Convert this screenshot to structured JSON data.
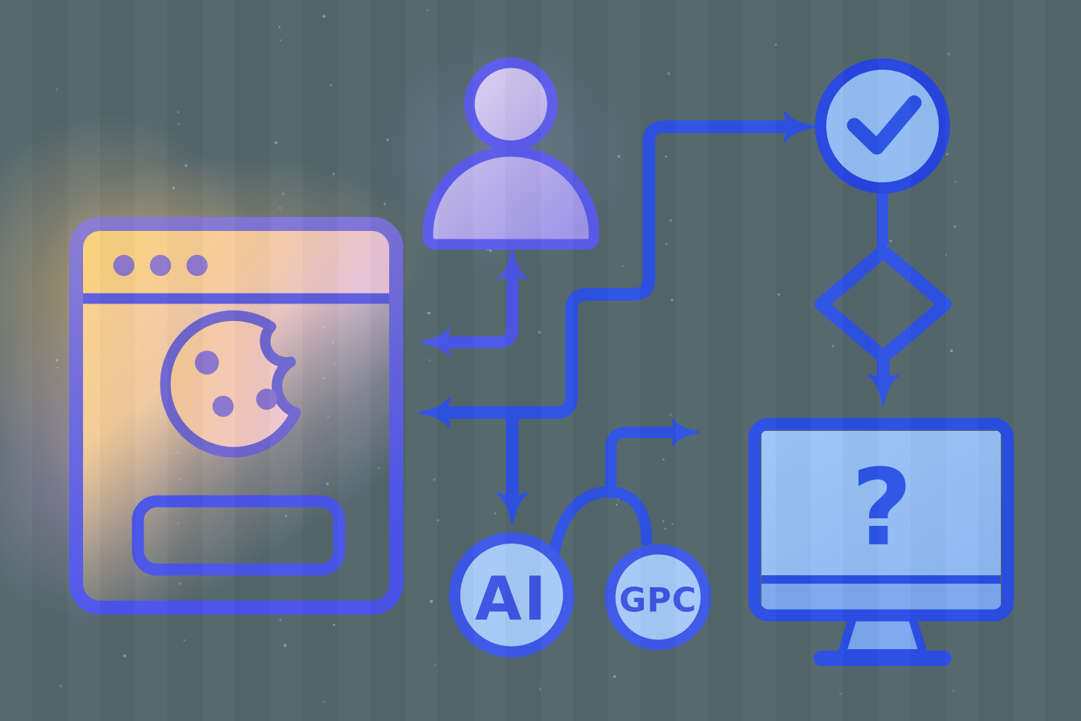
{
  "title": "Browser cookies, AI and GPC consent decision flow illustration",
  "background": "#53666c",
  "labels": {
    "ai": "AI",
    "gpc": "GPC",
    "question": "?"
  },
  "palette": {
    "bg": "#53666c",
    "flow-blue": "#2f52e4",
    "violet-blue": "#4c57e8",
    "ring-blue": "#3b58e8",
    "deep-blue": "#2746e0",
    "check-mark-blue": "#2c53e3",
    "node-fill": "#a6c9f6",
    "check-fill": "#92bcf3",
    "screen-fill-1": "#9dc6f6",
    "screen-fill-2": "#8db7f2",
    "chin-fill": "#7da8f0",
    "monitor-stroke": "#2b4ee4",
    "label-blue": "#3c55e2",
    "qmark-blue": "#2c55e6",
    "frame-purple": "#8a7bd0",
    "frame-blue": "#4a54ec",
    "divider-purple": "#5f5ddd",
    "header-yellow": "#fbd176",
    "header-pink": "#e7c2d6",
    "warm-yellow": "#fad389",
    "warm-peach": "#f2c8bb",
    "warm-lavender": "#dfc4e2",
    "cookie-stroke": "#6f66cf",
    "cookie-fill-1": "#f7cb8d",
    "cookie-fill-2": "#efc6cd",
    "chip-purple": "#8a75cc",
    "dot-purple": "#8d7aca",
    "consent-bar-stroke": "#4b55e8",
    "person-stroke": "#5a5ceb",
    "head-fill-1": "#dcd1f0",
    "head-fill-2": "#b7abe9",
    "body-fill-1": "#cbc1ee",
    "body-fill-2": "#a096e8",
    "glow-orange": "#f6c57d",
    "glow-lavender": "#d0acd6",
    "speckle": "#cbb9e6"
  },
  "diagram": {
    "nodes": [
      {
        "id": "browser-window",
        "icon": "browser-cookie-icon",
        "label": ""
      },
      {
        "id": "user",
        "icon": "person-icon",
        "label": ""
      },
      {
        "id": "ai-badge",
        "icon": "circle-badge",
        "label": "AI"
      },
      {
        "id": "gpc-badge",
        "icon": "circle-badge",
        "label": "GPC"
      },
      {
        "id": "approval",
        "icon": "check-circle-icon",
        "label": ""
      },
      {
        "id": "decision",
        "icon": "diamond-icon",
        "label": ""
      },
      {
        "id": "monitor",
        "icon": "monitor-question-icon",
        "label": "?"
      }
    ],
    "edges": [
      {
        "from": "flow",
        "to": "user",
        "arrow": "up"
      },
      {
        "from": "flow",
        "to": "browser-window",
        "arrow": "left"
      },
      {
        "from": "flow",
        "to": "browser-window",
        "arrow": "left"
      },
      {
        "from": "flow",
        "to": "approval",
        "arrow": "right"
      },
      {
        "from": "flow",
        "to": "ai-badge",
        "arrow": "down"
      },
      {
        "from": "ai-gpc",
        "to": "monitor",
        "arrow": "right"
      },
      {
        "from": "approval",
        "to": "decision",
        "arrow": "none"
      },
      {
        "from": "decision",
        "to": "monitor",
        "arrow": "down"
      }
    ]
  }
}
